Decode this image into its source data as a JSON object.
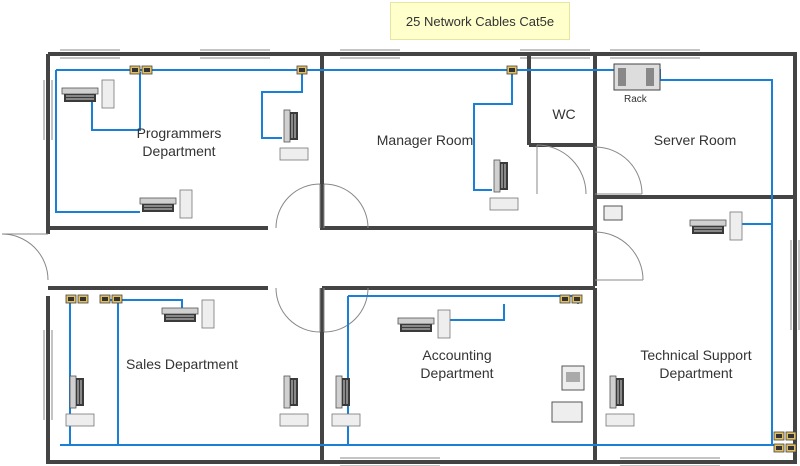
{
  "callout": {
    "text": "25 Network Cables Cat5e"
  },
  "rooms": {
    "programmers": "Programmers\nDepartment",
    "manager": "Manager Room",
    "wc": "WC",
    "server": "Server Room",
    "sales": "Sales Department",
    "accounting": "Accounting\nDepartment",
    "tech_support": "Technical Support\nDepartment"
  },
  "equipment": {
    "rack_label": "Rack"
  },
  "colors": {
    "wall": "#444444",
    "cable": "#1a7fd6",
    "callout_bg": "#ffffcc"
  }
}
